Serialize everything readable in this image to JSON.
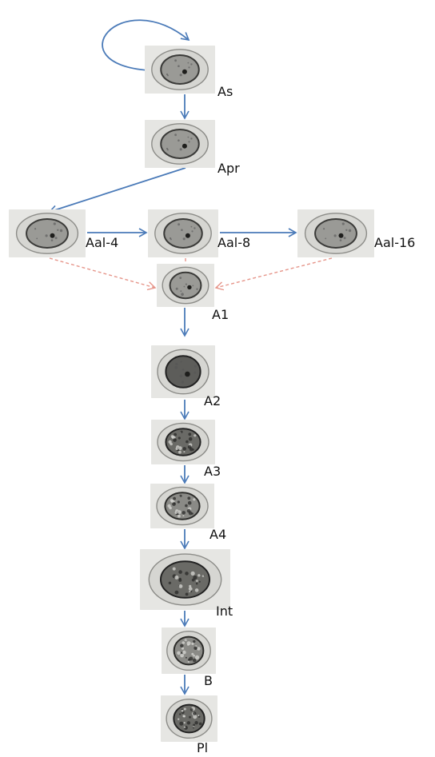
{
  "colors": {
    "progression_arrow": "#4a7ab8",
    "differentiation_arrow": "#e6958a",
    "label_text": "#111111"
  },
  "stages": [
    {
      "id": "As",
      "label": "As",
      "nucleus": "light"
    },
    {
      "id": "Apr",
      "label": "Apr",
      "nucleus": "light"
    },
    {
      "id": "Aal-4",
      "label": "Aal-4",
      "nucleus": "light"
    },
    {
      "id": "Aal-8",
      "label": "Aal-8",
      "nucleus": "light"
    },
    {
      "id": "Aal-16",
      "label": "Aal-16",
      "nucleus": "light"
    },
    {
      "id": "A1",
      "label": "A1",
      "nucleus": "light"
    },
    {
      "id": "A2",
      "label": "A2",
      "nucleus": "dark"
    },
    {
      "id": "A3",
      "label": "A3",
      "nucleus": "dark-speckled"
    },
    {
      "id": "A4",
      "label": "A4",
      "nucleus": "speckled"
    },
    {
      "id": "Int",
      "label": "Int",
      "nucleus": "dark-speckled"
    },
    {
      "id": "B",
      "label": "B",
      "nucleus": "speckled"
    },
    {
      "id": "Pl",
      "label": "Pl",
      "nucleus": "dark-speckled"
    }
  ],
  "transitions": [
    {
      "from": "As",
      "to": "As",
      "kind": "self-renewal"
    },
    {
      "from": "As",
      "to": "Apr",
      "kind": "progression"
    },
    {
      "from": "Apr",
      "to": "Aal-4",
      "kind": "progression"
    },
    {
      "from": "Aal-4",
      "to": "Aal-8",
      "kind": "progression"
    },
    {
      "from": "Aal-8",
      "to": "Aal-16",
      "kind": "progression"
    },
    {
      "from": "Aal-4",
      "to": "A1",
      "kind": "differentiation"
    },
    {
      "from": "Aal-8",
      "to": "A1",
      "kind": "differentiation"
    },
    {
      "from": "Aal-16",
      "to": "A1",
      "kind": "differentiation"
    },
    {
      "from": "A1",
      "to": "A2",
      "kind": "progression"
    },
    {
      "from": "A2",
      "to": "A3",
      "kind": "progression"
    },
    {
      "from": "A3",
      "to": "A4",
      "kind": "progression"
    },
    {
      "from": "A4",
      "to": "Int",
      "kind": "progression"
    },
    {
      "from": "Int",
      "to": "B",
      "kind": "progression"
    },
    {
      "from": "B",
      "to": "Pl",
      "kind": "progression"
    }
  ]
}
